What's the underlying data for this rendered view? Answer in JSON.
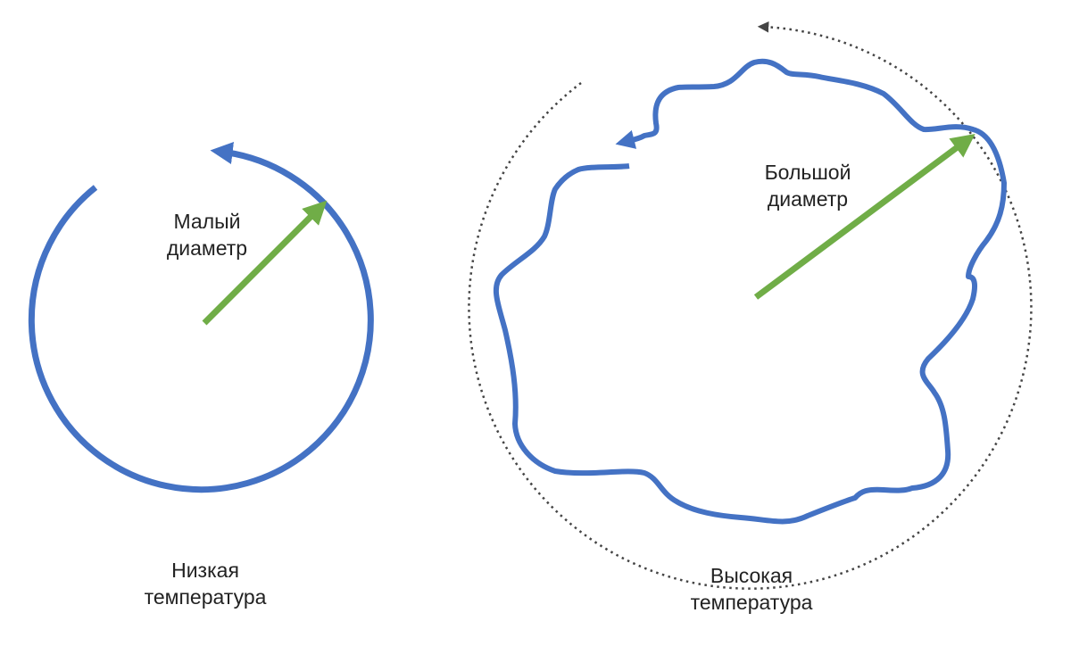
{
  "labels": {
    "small_diameter": [
      "Малый",
      "диаметр"
    ],
    "large_diameter": [
      "Большой",
      "диаметр"
    ],
    "low_temperature": [
      "Низкая",
      "температура"
    ],
    "high_temperature": [
      "Высокая",
      "температура"
    ]
  },
  "colors": {
    "path": "#4472C4",
    "radius_arrow": "#70AD47",
    "dotted_circle": "#444444",
    "text": "#222222"
  }
}
